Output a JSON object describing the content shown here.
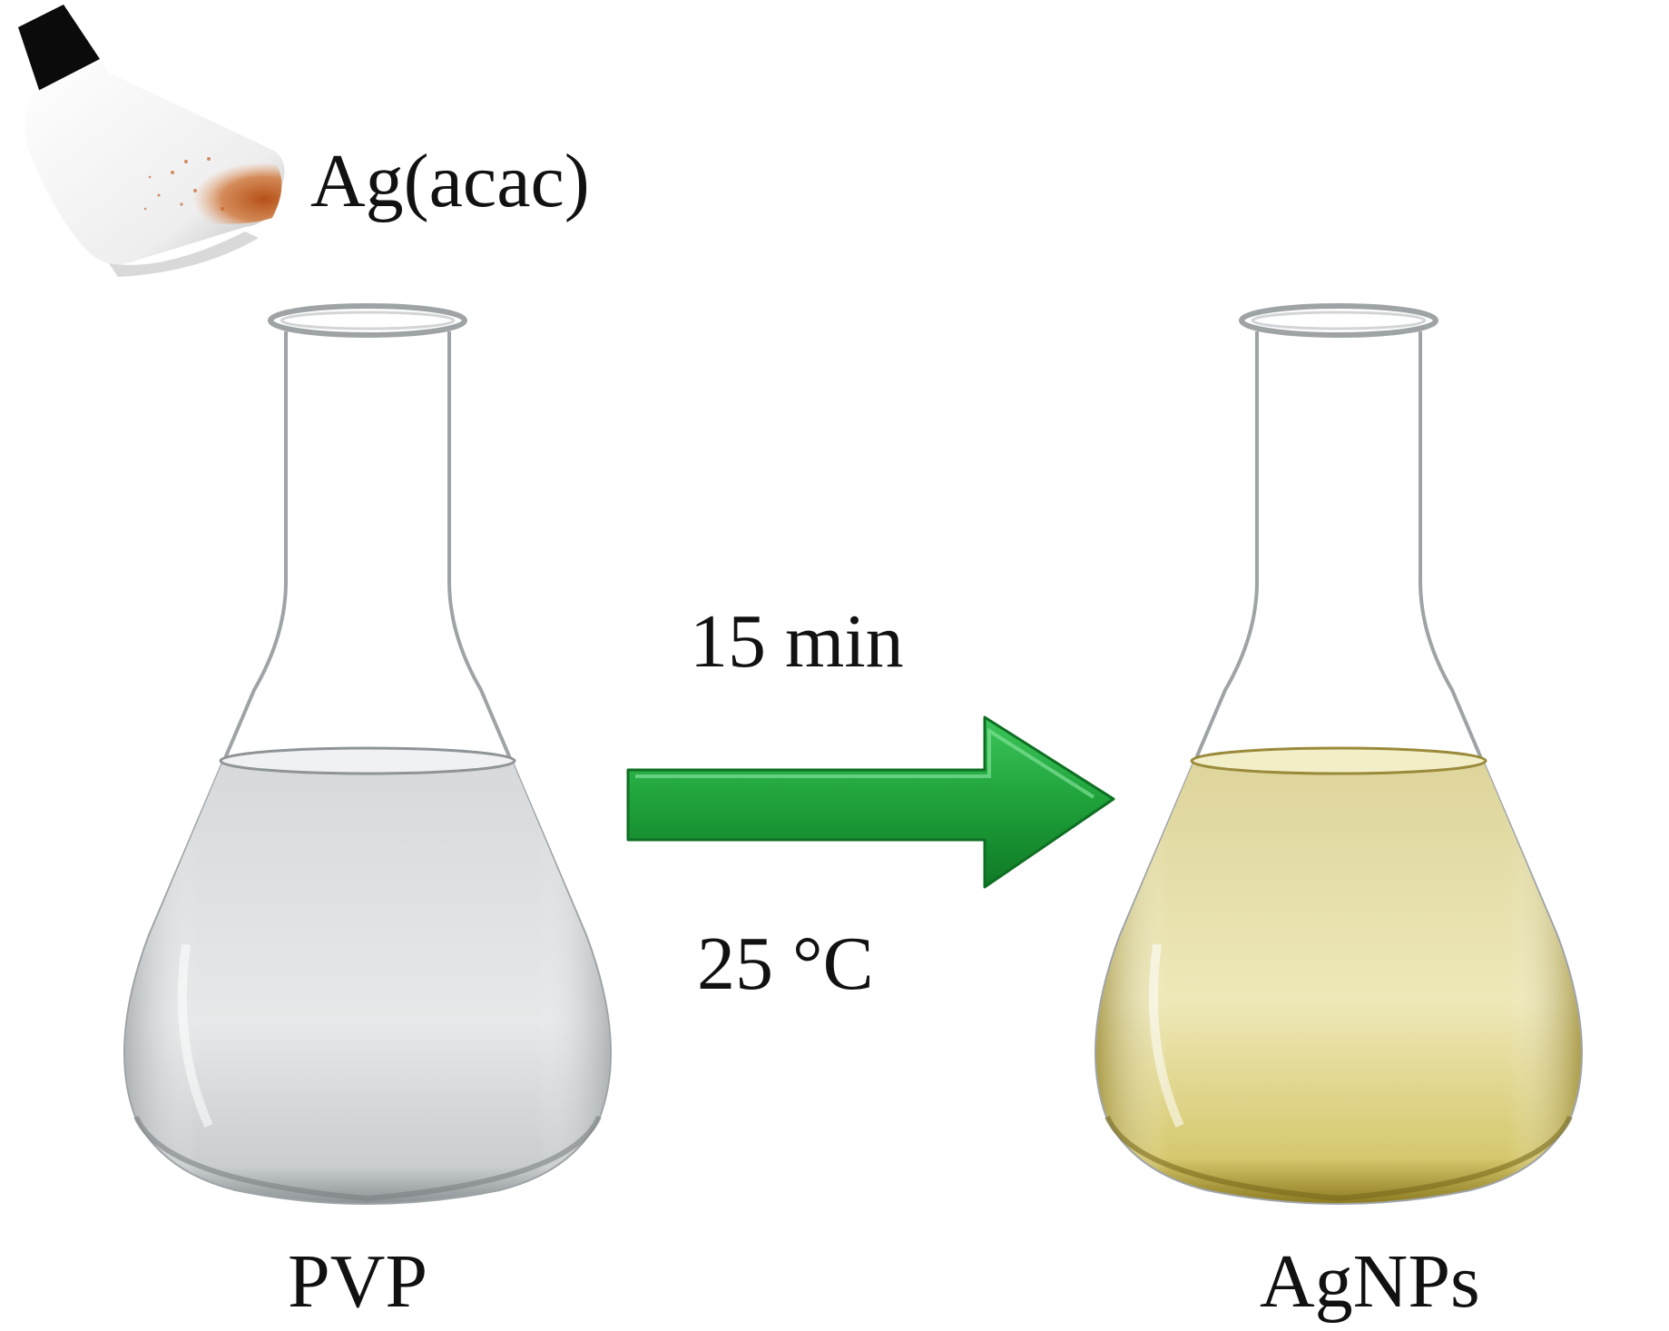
{
  "labels": {
    "reagent": "Ag(acac)",
    "time": "15 min",
    "temperature": "25 °C",
    "left_flask": "PVP",
    "right_flask": "AgNPs"
  },
  "colors": {
    "arrow": "#1fa13a",
    "left_liquid": "#dcdfe0",
    "right_liquid": "#e8e2a6",
    "powder": "#c8622a"
  },
  "icons": {
    "spatula": "spatula-with-powder-icon",
    "left_flask": "erlenmeyer-flask-icon",
    "right_flask": "erlenmeyer-flask-icon",
    "arrow": "arrow-right-icon"
  }
}
